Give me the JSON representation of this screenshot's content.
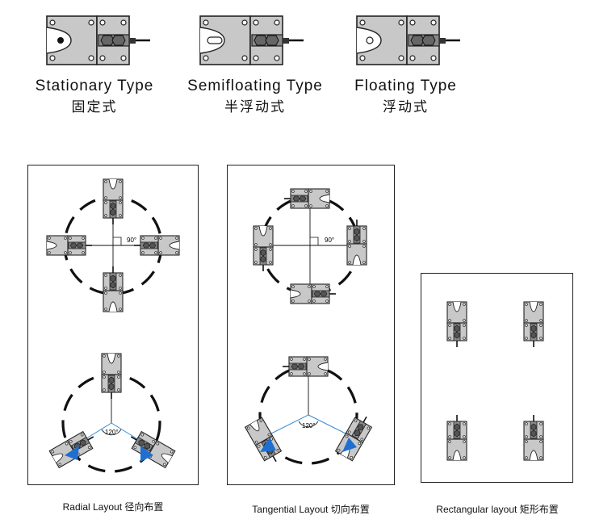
{
  "mount_types": [
    {
      "en": "Stationary Type",
      "cn": "固定式",
      "hole": "dot"
    },
    {
      "en": "Semifloating Type",
      "cn": "半浮动式",
      "hole": "slot"
    },
    {
      "en": "Floating Type",
      "cn": "浮动式",
      "hole": "plain"
    }
  ],
  "layouts": [
    {
      "caption": "Radial Layout  径向布置",
      "angle_top": "90°",
      "angle_bottom": "120°"
    },
    {
      "caption": "Tangential Layout   切向布置",
      "angle_top": "90°",
      "angle_bottom": "120°"
    },
    {
      "caption": "Rectangular layout 矩形布置"
    }
  ],
  "colors": {
    "module_fill": "#c8c8c8",
    "outline": "#222222",
    "accent_blue": "#1f6fd1",
    "angle_line": "#3a8ad8"
  }
}
